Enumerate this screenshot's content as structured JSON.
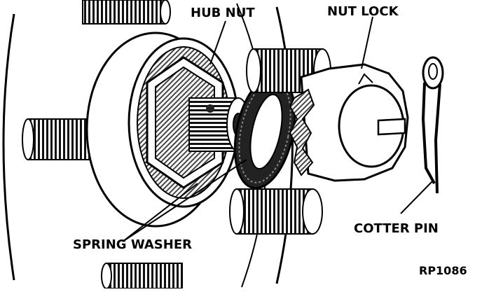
{
  "labels": {
    "hub_nut": "HUB NUT",
    "nut_lock": "NUT LOCK",
    "spring_washer": "SPRING WASHER",
    "cotter_pin": "COTTER PIN",
    "figure_code": "RP1086"
  },
  "colors": {
    "ink": "#000000",
    "paper": "#ffffff",
    "shade": "#6a6a6a",
    "dark": "#222222"
  }
}
